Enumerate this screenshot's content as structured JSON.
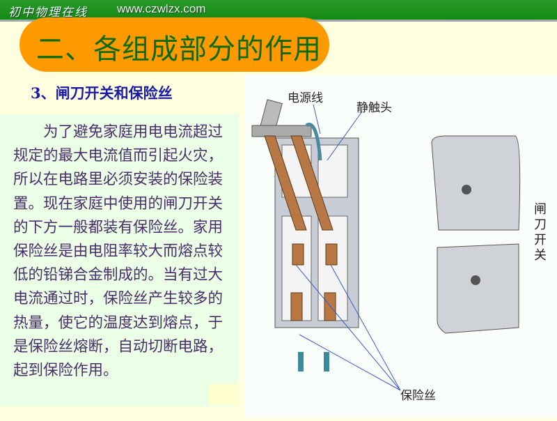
{
  "header": {
    "logo_text": "初中物理在线",
    "url": "www.czwlzx.com"
  },
  "title": "二、各组成部分的作用",
  "subtitle": "3、闸刀开关和保险丝",
  "paragraph": "为了避免家庭用电电流超过规定的最大电流值而引起火灾，所以在电路里必须安装的保险装置。现在家庭中使用的闸刀开关的下方一般都装有保险丝。家用保险丝是由电阻率较大而熔点较低的铅锑合金制成的。当有过大电流通过时，保险丝产生较多的热量，使它的温度达到熔点，于是保险丝熔断，自动切断电路，起到保险作用。",
  "diagram": {
    "label_power_line": "电源线",
    "label_static_contact": "静触头",
    "label_fuse": "保险丝",
    "label_knife_switch": "闸刀开关"
  },
  "colors": {
    "header_green": "#138a13",
    "title_pill": "#ff9900",
    "title_text": "#0d6b0d",
    "subtitle": "#1a1aaa"
  }
}
